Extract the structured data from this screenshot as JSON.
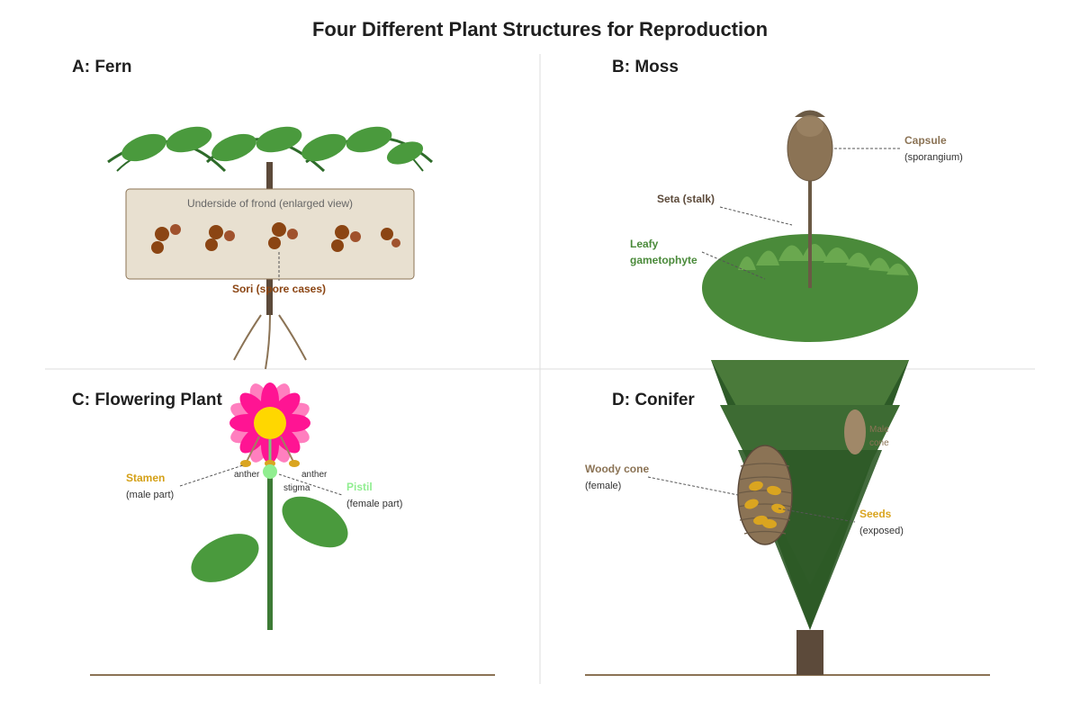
{
  "title": "Four Different Plant Structures for Reproduction",
  "panels": {
    "fern": {
      "title": "A: Fern",
      "box_label": "Underside of frond (enlarged view)",
      "sori_label": "Sori (spore cases)"
    },
    "moss": {
      "title": "B: Moss",
      "capsule_label": "Capsule",
      "capsule_sub": "(sporangium)",
      "seta_label": "Seta (stalk)",
      "gametophyte_label_1": "Leafy",
      "gametophyte_label_2": "gametophyte"
    },
    "flower": {
      "title": "C: Flowering Plant",
      "stamen_label": "Stamen",
      "stamen_sub": "(male part)",
      "pistil_label": "Pistil",
      "pistil_sub": "(female part)",
      "anther_left": "anther",
      "anther_right": "anther",
      "stigma": "stigma"
    },
    "conifer": {
      "title": "D: Conifer",
      "woody_label": "Woody cone",
      "woody_sub": "(female)",
      "seeds_label": "Seeds",
      "seeds_sub": "(exposed)",
      "pollen_label_1": "Male",
      "pollen_label_2": "cone"
    }
  },
  "colors": {
    "leaf": "#4a9a3d",
    "stem_dark": "#2e6b2a",
    "brown": "#5c4a3a",
    "sori": "#8b4513",
    "capsule": "#8b7355",
    "flower_pink": "#ff1493",
    "flower_center": "#ffd700",
    "stamen_gold": "#d4a017",
    "pistil_green": "#90ee90",
    "conifer_dark": "#2d5a27"
  }
}
